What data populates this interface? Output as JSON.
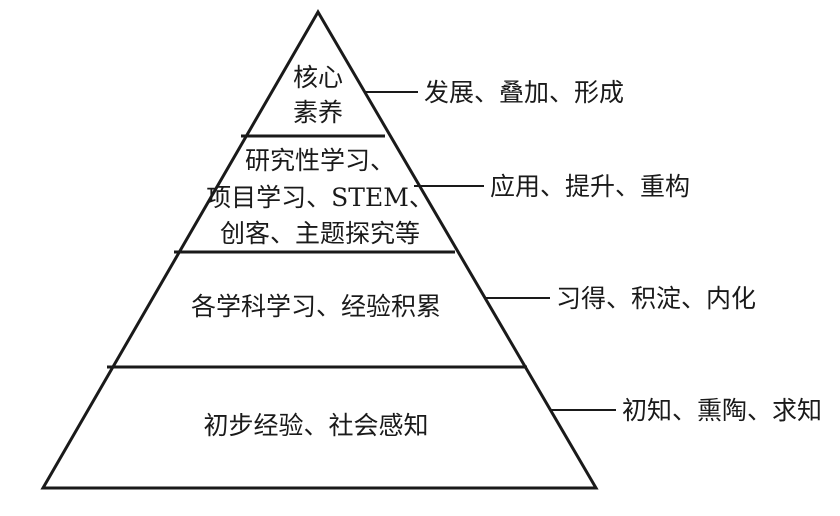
{
  "tiers": [
    {
      "lines": [
        "核心",
        "素养"
      ],
      "callout": "发展、叠加、形成"
    },
    {
      "lines": [
        "研究性学习、",
        "项目学习、STEM、",
        "创客、主题探究等"
      ],
      "callout": "应用、提升、重构"
    },
    {
      "lines": [
        "各学科学习、经验积累"
      ],
      "callout": "习得、积淀、内化"
    },
    {
      "lines": [
        "初步经验、社会感知"
      ],
      "callout": "初知、熏陶、求知"
    }
  ]
}
